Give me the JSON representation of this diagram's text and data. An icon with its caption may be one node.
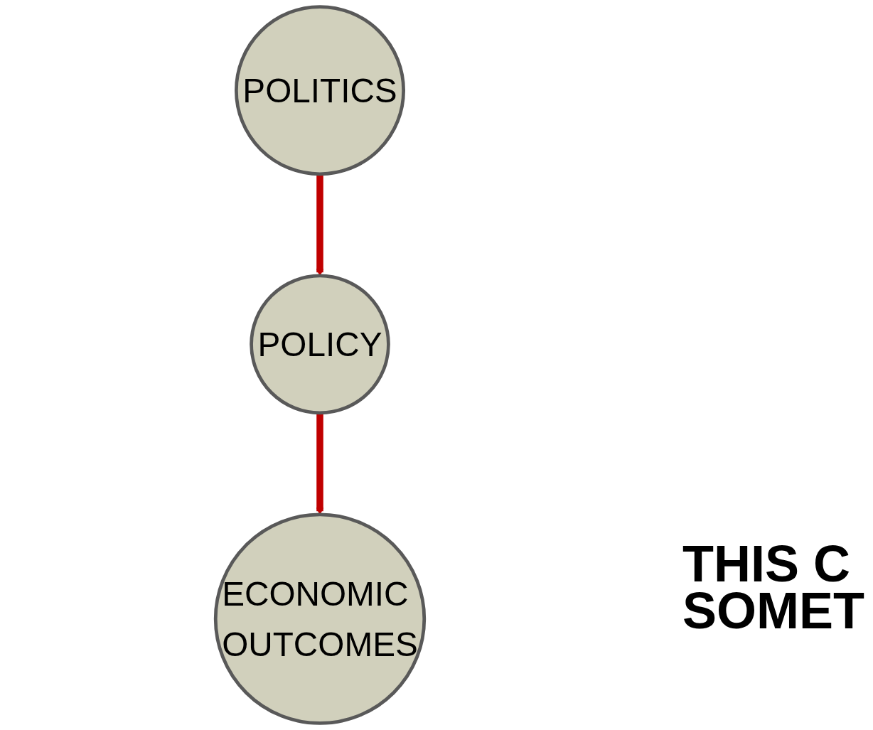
{
  "diagram": {
    "nodes": [
      {
        "text": [
          "POLITICS"
        ]
      },
      {
        "text": [
          "POLICY"
        ]
      },
      {
        "text": [
          "ECONOMIC OUTCOMES"
        ]
      }
    ],
    "edges": [
      {
        "from": 0,
        "to": 1,
        "arrow": "to",
        "color": "#c00000"
      },
      {
        "from": 1,
        "to": 2,
        "arrow": "to",
        "color": "#c00000"
      }
    ],
    "labels": [
      "THIS C SOMET"
    ]
  }
}
